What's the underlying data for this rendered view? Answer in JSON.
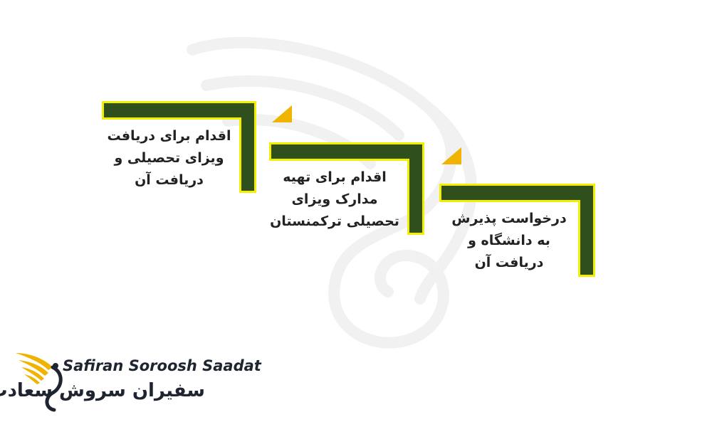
{
  "steps": [
    {
      "text": "اقدام برای دریافت ویزای تحصیلی و دریافت آن"
    },
    {
      "text": "اقدام برای تهیه مدارک ویزای تحصیلی ترکمنستان"
    },
    {
      "text": "درخواست پذیرش به دانشگاه و دریافت آن"
    }
  ],
  "logo": {
    "name_en": "Safiran Soroosh Saadat",
    "name_fa": "سفیران سروش سعادت"
  },
  "colors": {
    "bar_fill": "#2f4f1c",
    "bar_border": "#f4ee00",
    "arrow": "#f0b400",
    "logo_accent": "#f0b400",
    "text": "#222222"
  }
}
